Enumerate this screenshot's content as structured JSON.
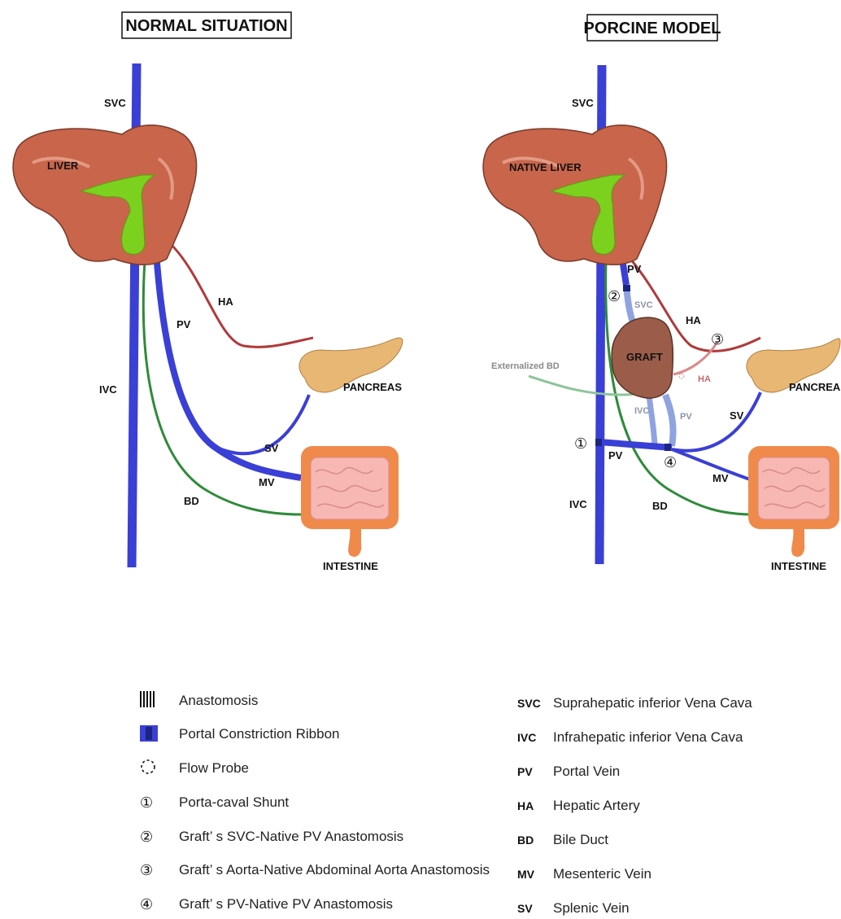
{
  "panels": {
    "left_title": "NORMAL SITUATION",
    "right_title": "PORCINE MODEL"
  },
  "left_labels": {
    "svc": "SVC",
    "liver": "LIVER",
    "ha": "HA",
    "pv": "PV",
    "ivc": "IVC",
    "pancreas": "PANCREAS",
    "sv": "SV",
    "mv": "MV",
    "bd": "BD",
    "intestine": "INTESTINE"
  },
  "right_labels": {
    "svc": "SVC",
    "native_liver": "NATIVE LIVER",
    "pv_top": "PV",
    "graft_svc": "SVC",
    "ha": "HA",
    "graft": "GRAFT",
    "graft_ha": "HA",
    "externalized_bd": "Externalized BD",
    "graft_ivc": "IVC",
    "graft_pv": "PV",
    "pancreas": "PANCREAS",
    "sv": "SV",
    "pv_shunt": "PV",
    "mv": "MV",
    "ivc": "IVC",
    "bd": "BD",
    "intestine": "INTESTINE",
    "marker1": "①",
    "marker2": "②",
    "marker3": "③",
    "marker4": "④"
  },
  "legend_left": [
    {
      "icon": "anastomosis-icon",
      "label": "Anastomosis"
    },
    {
      "icon": "portal-constriction-ribbon-icon",
      "label": "Portal Constriction Ribbon"
    },
    {
      "icon": "flow-probe-icon",
      "label": "Flow Probe"
    },
    {
      "symbol": "①",
      "label": "Porta-caval Shunt"
    },
    {
      "symbol": "②",
      "label": "Graft’ s SVC-Native PV Anastomosis"
    },
    {
      "symbol": "③",
      "label": "Graft’ s Aorta-Native Abdominal Aorta Anastomosis"
    },
    {
      "symbol": "④",
      "label": "Graft’ s PV-Native PV Anastomosis"
    }
  ],
  "legend_right": [
    {
      "abbr": "SVC",
      "label": "Suprahepatic inferior Vena Cava"
    },
    {
      "abbr": "IVC",
      "label": "Infrahepatic inferior Vena Cava"
    },
    {
      "abbr": "PV",
      "label": "Portal Vein"
    },
    {
      "abbr": "HA",
      "label": "Hepatic Artery"
    },
    {
      "abbr": "BD",
      "label": "Bile Duct"
    },
    {
      "abbr": "MV",
      "label": "Mesenteric Vein"
    },
    {
      "abbr": "SV",
      "label": "Splenic Vein"
    }
  ],
  "colors": {
    "vein": "#3a3fd6",
    "graft_vein": "#8fa3e0",
    "artery": "#b03a3a",
    "graft_artery": "#d98a8a",
    "bile_duct": "#2e8b3a",
    "ext_bile_duct": "#8cc49a",
    "liver": "#c8654a",
    "gallbladder": "#7cd11f",
    "pancreas": "#e9b774",
    "intestine_outer": "#f08a4b",
    "intestine_inner": "#f7b7b3",
    "graft": "#9b5d4a"
  }
}
